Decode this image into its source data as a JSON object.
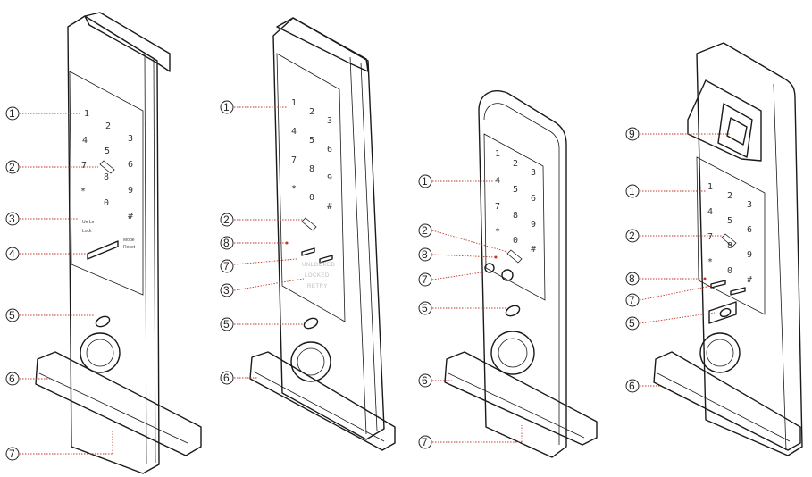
{
  "devices": [
    {
      "id": "device-1",
      "keys": [
        "1",
        "2",
        "3",
        "4",
        "5",
        "6",
        "7",
        "8",
        "9",
        "*",
        "0",
        "#"
      ],
      "labels": {
        "lock": "Lock",
        "unlock": "Un Lo",
        "mode_a": "Mode",
        "mode_b": "Reset"
      },
      "callouts": [
        "1",
        "2",
        "3",
        "4",
        "5",
        "6",
        "7"
      ]
    },
    {
      "id": "device-2",
      "keys": [
        "1",
        "2",
        "3",
        "4",
        "5",
        "6",
        "7",
        "8",
        "9",
        "*",
        "0",
        "#"
      ],
      "status": [
        "UNLOCKED",
        "LOCKED",
        "RETRY"
      ],
      "callouts": [
        "1",
        "2",
        "8",
        "7",
        "3",
        "5",
        "6"
      ]
    },
    {
      "id": "device-3",
      "keys": [
        "1",
        "2",
        "3",
        "4",
        "5",
        "6",
        "7",
        "8",
        "9",
        "*",
        "0",
        "#"
      ],
      "callouts": [
        "1",
        "2",
        "8",
        "7",
        "5",
        "6",
        "7"
      ]
    },
    {
      "id": "device-4",
      "keys": [
        "1",
        "2",
        "3",
        "4",
        "5",
        "6",
        "7",
        "8",
        "9",
        "*",
        "0",
        "#"
      ],
      "callouts": [
        "9",
        "1",
        "2",
        "8",
        "7",
        "5",
        "6"
      ]
    }
  ]
}
